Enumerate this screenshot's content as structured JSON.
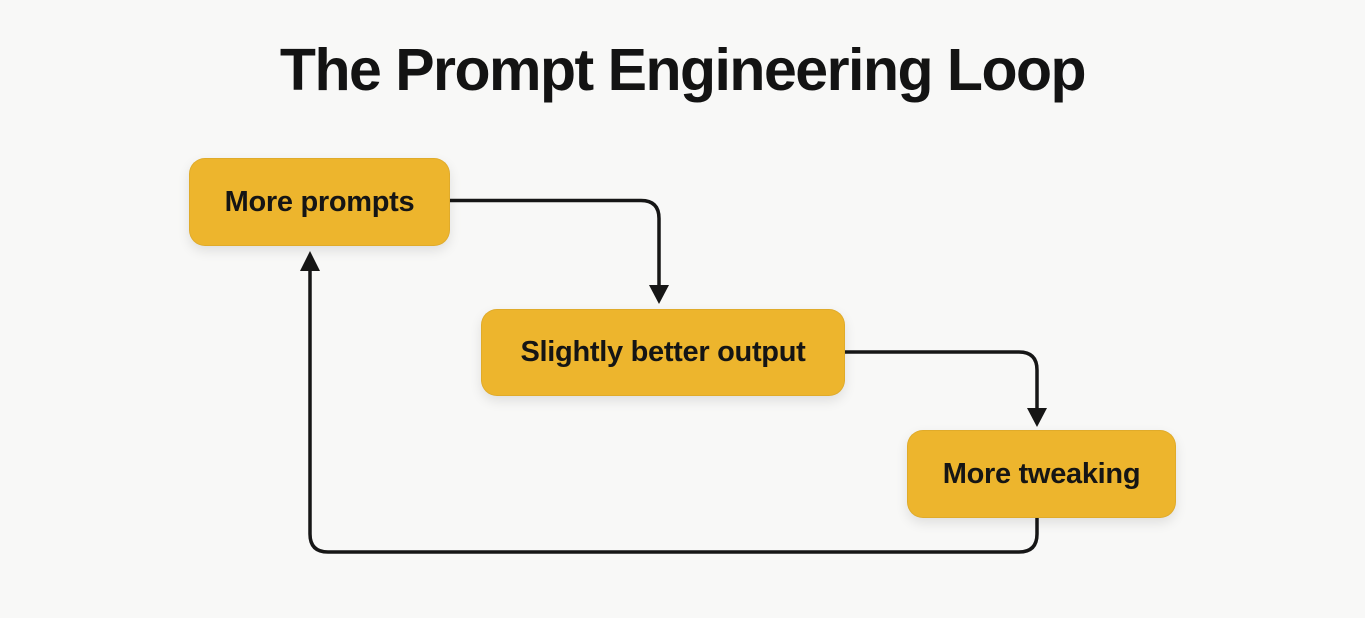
{
  "title": "The Prompt Engineering Loop",
  "diagram": {
    "type": "flow-loop",
    "nodes": [
      {
        "id": "more-prompts",
        "label": "More prompts"
      },
      {
        "id": "slightly-better-output",
        "label": "Slightly better output"
      },
      {
        "id": "more-tweaking",
        "label": "More tweaking"
      }
    ],
    "edges": [
      {
        "from": "more-prompts",
        "to": "slightly-better-output"
      },
      {
        "from": "slightly-better-output",
        "to": "more-tweaking"
      },
      {
        "from": "more-tweaking",
        "to": "more-prompts"
      }
    ]
  },
  "colors": {
    "background": "#f8f8f7",
    "node_fill": "#edb52d",
    "arrow": "#161616",
    "text": "#151515",
    "title_text": "#131313"
  }
}
